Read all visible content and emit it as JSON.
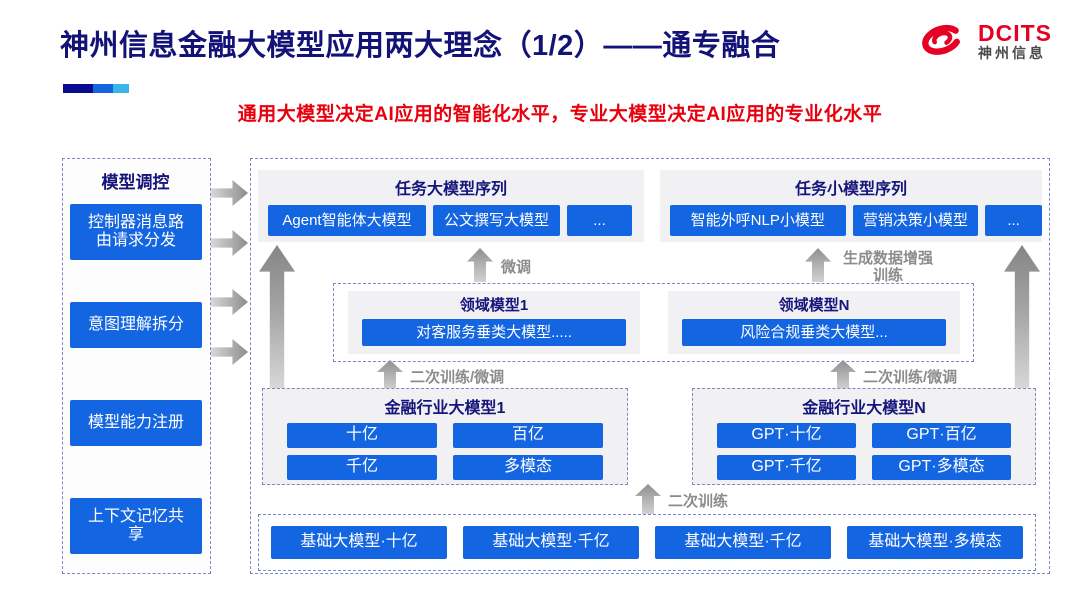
{
  "header": {
    "title": "神州信息金融大模型应用两大理念（1/2）——通专融合",
    "subtitle": "通用大模型决定AI应用的智能化水平，专业大模型决定AI应用的专业化水平",
    "logo_text": "DCITS",
    "logo_subtext": "神州信息"
  },
  "colors": {
    "accent_navy": "#0b0b8f",
    "accent_blue": "#1565e0",
    "accent_cyan": "#3ab5ea",
    "button_blue": "#1465e2",
    "title_navy": "#131277",
    "subtitle_red": "#e8000d",
    "arrow_gray": "#8c8c8c"
  },
  "sidebar": {
    "title": "模型调控",
    "items": [
      "控制器消息路由请求分发",
      "意图理解拆分",
      "模型能力注册",
      "上下文记忆共享"
    ]
  },
  "task_large": {
    "title": "任务大模型序列",
    "items": [
      "Agent智能体大模型",
      "公文撰写大模型",
      "..."
    ]
  },
  "task_small": {
    "title": "任务小模型序列",
    "items": [
      "智能外呼NLP小模型",
      "营销决策小模型",
      "..."
    ]
  },
  "domain_box": {
    "left_title": "领域模型1",
    "left_item": "对客服务垂类大模型.....",
    "right_title": "领域模型N",
    "right_item": "风险合规垂类大模型..."
  },
  "industry_left": {
    "title": "金融行业大模型1",
    "items": [
      "十亿",
      "百亿",
      "千亿",
      "多模态"
    ]
  },
  "industry_right": {
    "title": "金融行业大模型N",
    "items": [
      "GPT·十亿",
      "GPT·百亿",
      "GPT·千亿",
      "GPT·多模态"
    ]
  },
  "base_models": {
    "items": [
      "基础大模型·十亿",
      "基础大模型·千亿",
      "基础大模型·千亿",
      "基础大模型·多模态"
    ]
  },
  "arrow_labels": {
    "fine_tune": "微调",
    "gen_data_augment": "生成数据增强训练",
    "second_train_ft_left": "二次训练/微调",
    "second_train_ft_right": "二次训练/微调",
    "second_train": "二次训练"
  }
}
